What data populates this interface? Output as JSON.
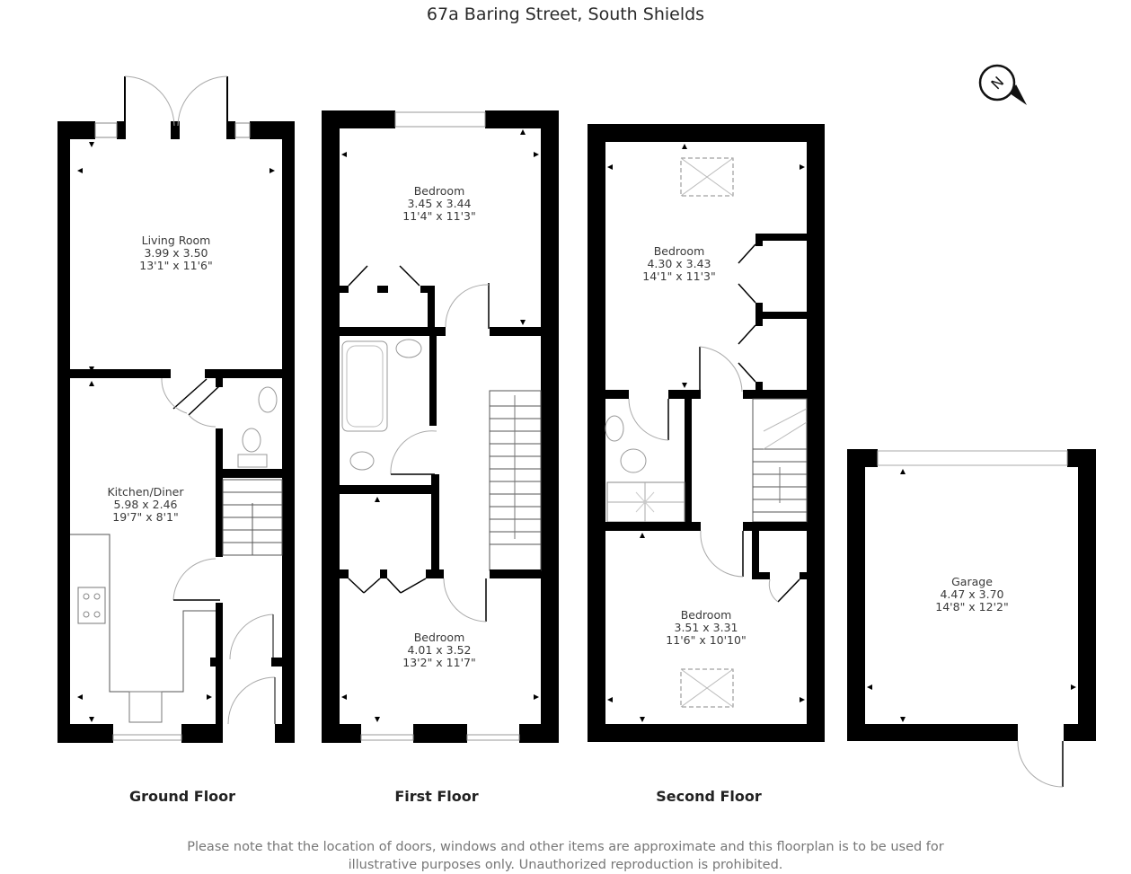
{
  "title": "67a Baring Street, South Shields",
  "compass": {
    "icon": "north-compass-icon",
    "letter": "N"
  },
  "floors": [
    {
      "name": "Ground Floor",
      "rooms": [
        {
          "name": "Living Room",
          "metric": "3.99 x 3.50",
          "imperial": "13'1\" x 11'6\""
        },
        {
          "name": "Kitchen/Diner",
          "metric": "5.98 x 2.46",
          "imperial": "19'7\" x 8'1\""
        }
      ]
    },
    {
      "name": "First Floor",
      "rooms": [
        {
          "name": "Bedroom",
          "metric": "3.45 x 3.44",
          "imperial": "11'4\" x 11'3\""
        },
        {
          "name": "Bedroom",
          "metric": "4.01 x 3.52",
          "imperial": "13'2\" x 11'7\""
        }
      ]
    },
    {
      "name": "Second Floor",
      "rooms": [
        {
          "name": "Bedroom",
          "metric": "4.30 x 3.43",
          "imperial": "14'1\" x 11'3\""
        },
        {
          "name": "Bedroom",
          "metric": "3.51 x 3.31",
          "imperial": "11'6\" x 10'10\""
        }
      ]
    },
    {
      "name": "",
      "rooms": [
        {
          "name": "Garage",
          "metric": "4.47 x 3.70",
          "imperial": "14'8\" x 12'2\""
        }
      ]
    }
  ],
  "disclaimer": {
    "line1": "Please note that the location of doors, windows and other items are approximate and this floorplan is to be used for",
    "line2": "illustrative purposes only. Unauthorized reproduction is prohibited."
  },
  "colors": {
    "wall": "#000000",
    "fixture": "#9a9a9a",
    "text": "#3a3a3a",
    "note": "#777777"
  }
}
